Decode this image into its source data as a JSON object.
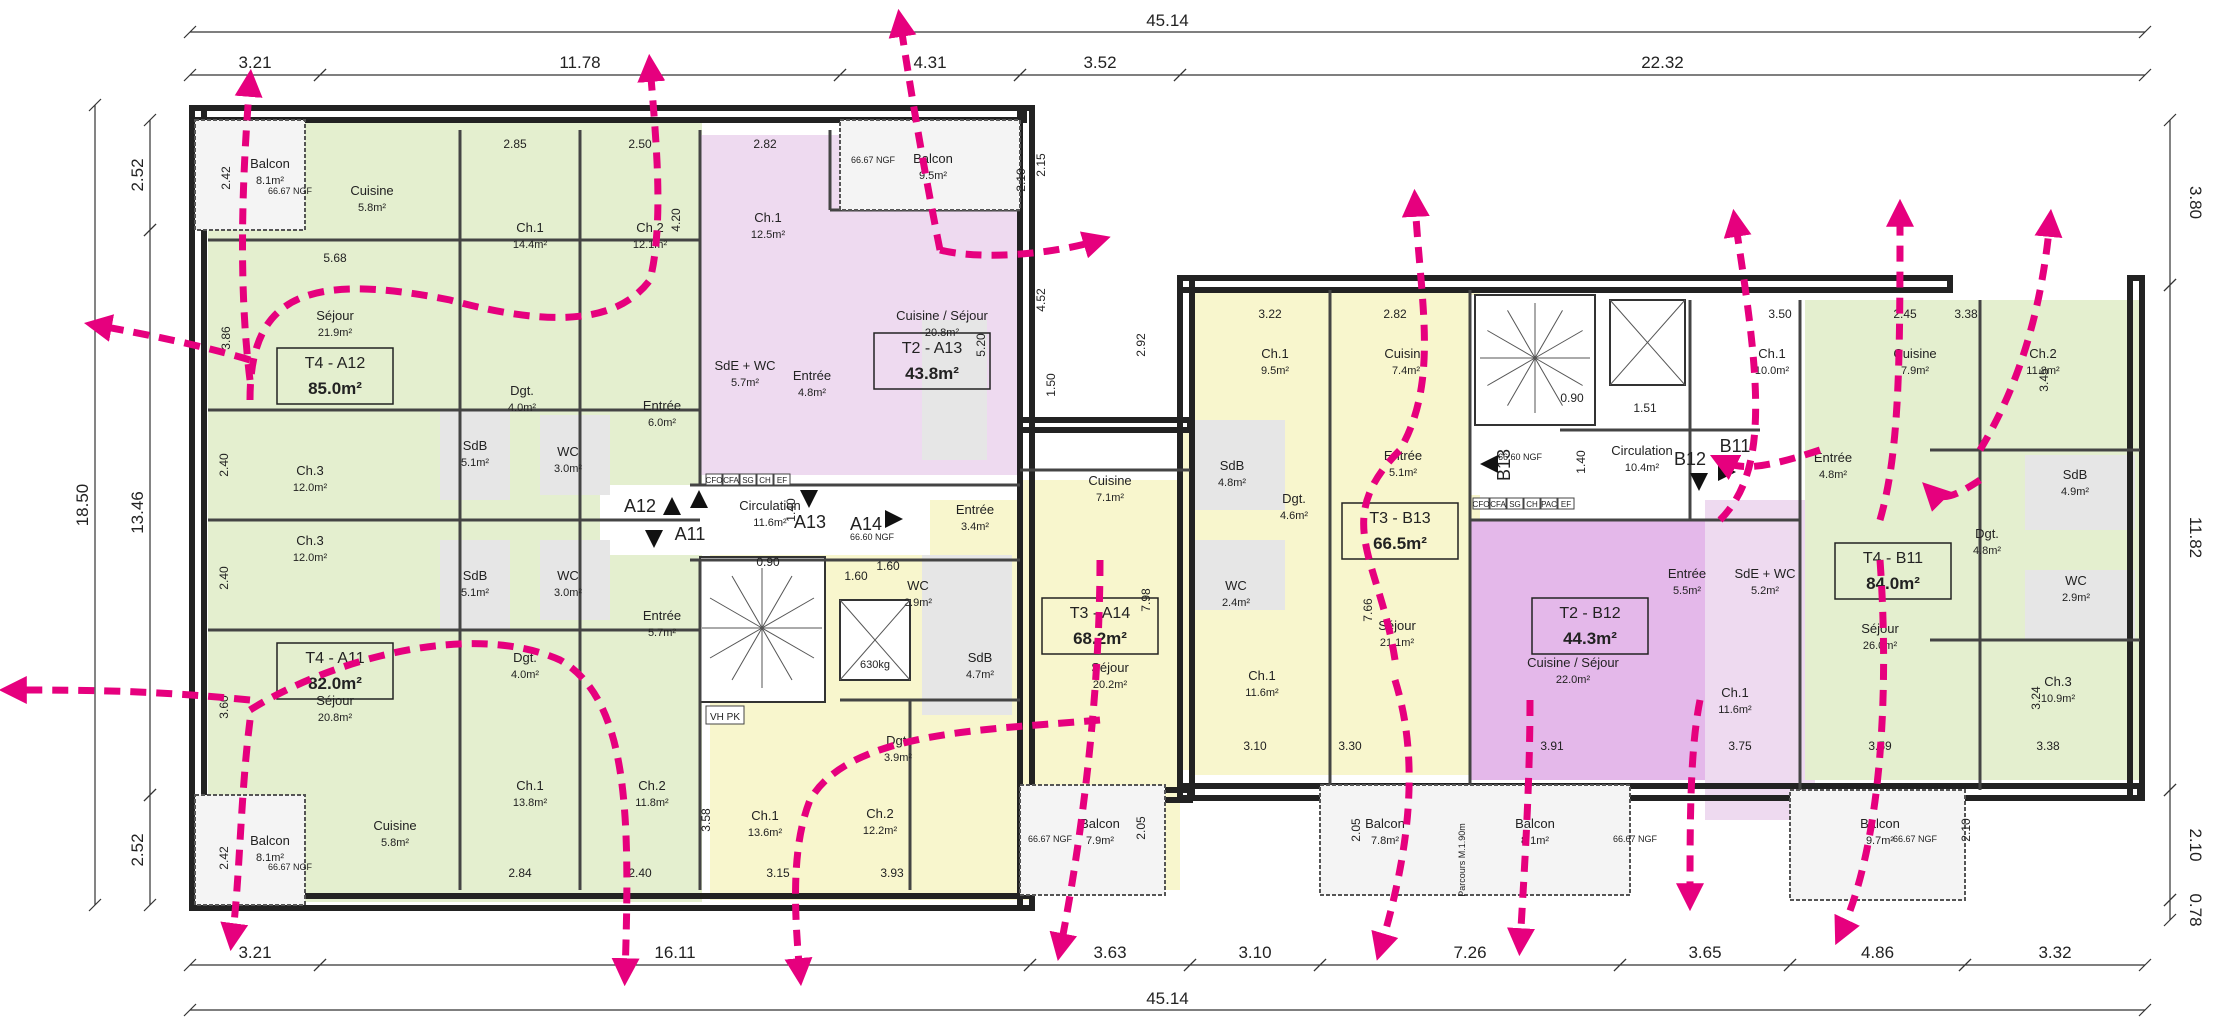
{
  "dims": {
    "top_total": "45.14",
    "bottom_total": "45.14",
    "top": [
      "3.21",
      "11.78",
      "4.31",
      "3.52",
      "22.32"
    ],
    "bottom": [
      "3.21",
      "16.11",
      "3.63",
      "3.10",
      "7.26",
      "3.65",
      "4.86",
      "3.32"
    ],
    "left_outer": "18.50",
    "left": [
      "2.52",
      "13.46",
      "2.52"
    ],
    "right": [
      "3.80",
      "11.82",
      "2.10",
      "0.78"
    ],
    "inner": [
      "2.85",
      "2.50",
      "2.82",
      "5.68",
      "3.86",
      "2.40",
      "2.40",
      "3.60",
      "2.42",
      "2.42",
      "2.84",
      "2.40",
      "2.15",
      "2.10",
      "4.52",
      "5.20",
      "4.20",
      "1.60",
      "2.92",
      "1.50",
      "0.90",
      "1.40",
      "1.60",
      "3.58",
      "3.15",
      "3.93",
      "2.05",
      "7.98",
      "3.22",
      "2.82",
      "3.10",
      "3.30",
      "7.66",
      "3.91",
      "3.75",
      "0.90",
      "1.40",
      "1.51",
      "3.50",
      "2.45",
      "3.38",
      "3.45",
      "3.24",
      "3.59",
      "3.38",
      "2.05",
      "2.10"
    ]
  },
  "units": [
    {
      "code": "T4 - A12",
      "area": "85.0m²"
    },
    {
      "code": "T4 - A11",
      "area": "82.0m²"
    },
    {
      "code": "T2 - A13",
      "area": "43.8m²"
    },
    {
      "code": "T3 - A14",
      "area": "68.2m²"
    },
    {
      "code": "T3 - B13",
      "area": "66.5m²"
    },
    {
      "code": "T2 - B12",
      "area": "44.3m²"
    },
    {
      "code": "T4 - B11",
      "area": "84.0m²"
    }
  ],
  "rooms": [
    {
      "n": "Balcon",
      "a": "8.1m²"
    },
    {
      "n": "Cuisine",
      "a": "5.8m²"
    },
    {
      "n": "Ch.1",
      "a": "14.4m²"
    },
    {
      "n": "Ch.2",
      "a": "12.1m²"
    },
    {
      "n": "Séjour",
      "a": "21.9m²"
    },
    {
      "n": "Dgt.",
      "a": "4.0m²"
    },
    {
      "n": "Entrée",
      "a": "6.0m²"
    },
    {
      "n": "SdB",
      "a": "5.1m²"
    },
    {
      "n": "WC",
      "a": "3.0m²"
    },
    {
      "n": "Ch.3",
      "a": "12.0m²"
    },
    {
      "n": "Ch.3",
      "a": "12.0m²"
    },
    {
      "n": "SdB",
      "a": "5.1m²"
    },
    {
      "n": "WC",
      "a": "3.0m²"
    },
    {
      "n": "Entrée",
      "a": "5.7m²"
    },
    {
      "n": "Dgt.",
      "a": "4.0m²"
    },
    {
      "n": "Séjour",
      "a": "20.8m²"
    },
    {
      "n": "Ch.1",
      "a": "13.8m²"
    },
    {
      "n": "Ch.2",
      "a": "11.8m²"
    },
    {
      "n": "Cuisine",
      "a": "5.8m²"
    },
    {
      "n": "Balcon",
      "a": "8.1m²"
    },
    {
      "n": "Ch.1",
      "a": "12.5m²"
    },
    {
      "n": "Balcon",
      "a": "9.5m²"
    },
    {
      "n": "SdE + WC",
      "a": "5.7m²"
    },
    {
      "n": "Entrée",
      "a": "4.8m²"
    },
    {
      "n": "Cuisine / Séjour",
      "a": "20.8m²"
    },
    {
      "n": "Circulation",
      "a": "11.6m²"
    },
    {
      "n": "Entrée",
      "a": "3.4m²"
    },
    {
      "n": "WC",
      "a": "2.9m²"
    },
    {
      "n": "SdB",
      "a": "4.7m²"
    },
    {
      "n": "Cuisine",
      "a": "7.1m²"
    },
    {
      "n": "Séjour",
      "a": "20.2m²"
    },
    {
      "n": "Dgt.",
      "a": "3.9m²"
    },
    {
      "n": "Ch.1",
      "a": "13.6m²"
    },
    {
      "n": "Ch.2",
      "a": "12.2m²"
    },
    {
      "n": "Balcon",
      "a": "7.9m²"
    },
    {
      "n": "Ch.1",
      "a": "9.5m²"
    },
    {
      "n": "Cuisine",
      "a": "7.4m²"
    },
    {
      "n": "SdB",
      "a": "4.8m²"
    },
    {
      "n": "Dgt.",
      "a": "4.6m²"
    },
    {
      "n": "Entrée",
      "a": "5.1m²"
    },
    {
      "n": "WC",
      "a": "2.4m²"
    },
    {
      "n": "Ch.1",
      "a": "11.6m²"
    },
    {
      "n": "Séjour",
      "a": "21.1m²"
    },
    {
      "n": "Circulation",
      "a": "10.4m²"
    },
    {
      "n": "Cuisine / Séjour",
      "a": "22.0m²"
    },
    {
      "n": "Entrée",
      "a": "5.5m²"
    },
    {
      "n": "SdE + WC",
      "a": "5.2m²"
    },
    {
      "n": "Ch.1",
      "a": "11.6m²"
    },
    {
      "n": "Balcon",
      "a": "7.8m²"
    },
    {
      "n": "Balcon",
      "a": "8.1m²"
    },
    {
      "n": "Ch.1",
      "a": "10.0m²"
    },
    {
      "n": "Cuisine",
      "a": "7.9m²"
    },
    {
      "n": "Entrée",
      "a": "4.8m²"
    },
    {
      "n": "Ch.2",
      "a": "11.8m²"
    },
    {
      "n": "SdB",
      "a": "4.9m²"
    },
    {
      "n": "Dgt.",
      "a": "4.8m²"
    },
    {
      "n": "WC",
      "a": "2.9m²"
    },
    {
      "n": "Séjour",
      "a": "26.0m²"
    },
    {
      "n": "Ch.3",
      "a": "10.9m²"
    },
    {
      "n": "Balcon",
      "a": "9.7m²"
    }
  ],
  "labels": {
    "cores": [
      "A12",
      "A11",
      "A13",
      "A14",
      "B13",
      "B12",
      "B11"
    ],
    "ngf": [
      "66.67 NGF",
      "66.67 NGF",
      "66.60 NGF",
      "66.60 NGF",
      "66.67 NGF",
      "66.67 NGF",
      "66.67 NGF",
      "66.67 NGF"
    ],
    "tech": [
      "CFO",
      "CFA",
      "SG",
      "CH",
      "EF",
      "CFO",
      "CFA",
      "SG",
      "CH",
      "PAC",
      "EF"
    ],
    "lift": "630kg",
    "vhpk": "VH PK",
    "parcours": "Parcours M.1.90m"
  },
  "colors": {
    "t4": "#e4efcf",
    "t3": "#f8f6cd",
    "t2": "#eedaf0",
    "t2_strong": "#e4b8ea",
    "wet": "#e6e6e6",
    "circulation": "#ffffff",
    "wall": "#222222",
    "evac": "#e6007e"
  }
}
